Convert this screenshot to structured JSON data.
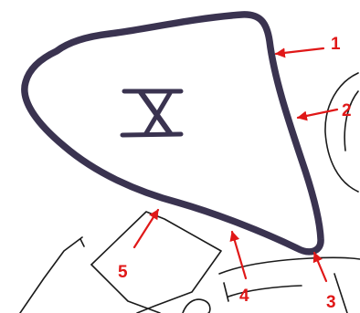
{
  "figure": {
    "roman_numeral": "X",
    "colors": {
      "outline": "#3a3350",
      "annotation": "#e01818",
      "sketch": "#1a1a1a"
    }
  },
  "annotations": [
    {
      "id": "1",
      "label": "1"
    },
    {
      "id": "2",
      "label": "2"
    },
    {
      "id": "3",
      "label": "3"
    },
    {
      "id": "4",
      "label": "4"
    },
    {
      "id": "5",
      "label": "5"
    }
  ]
}
